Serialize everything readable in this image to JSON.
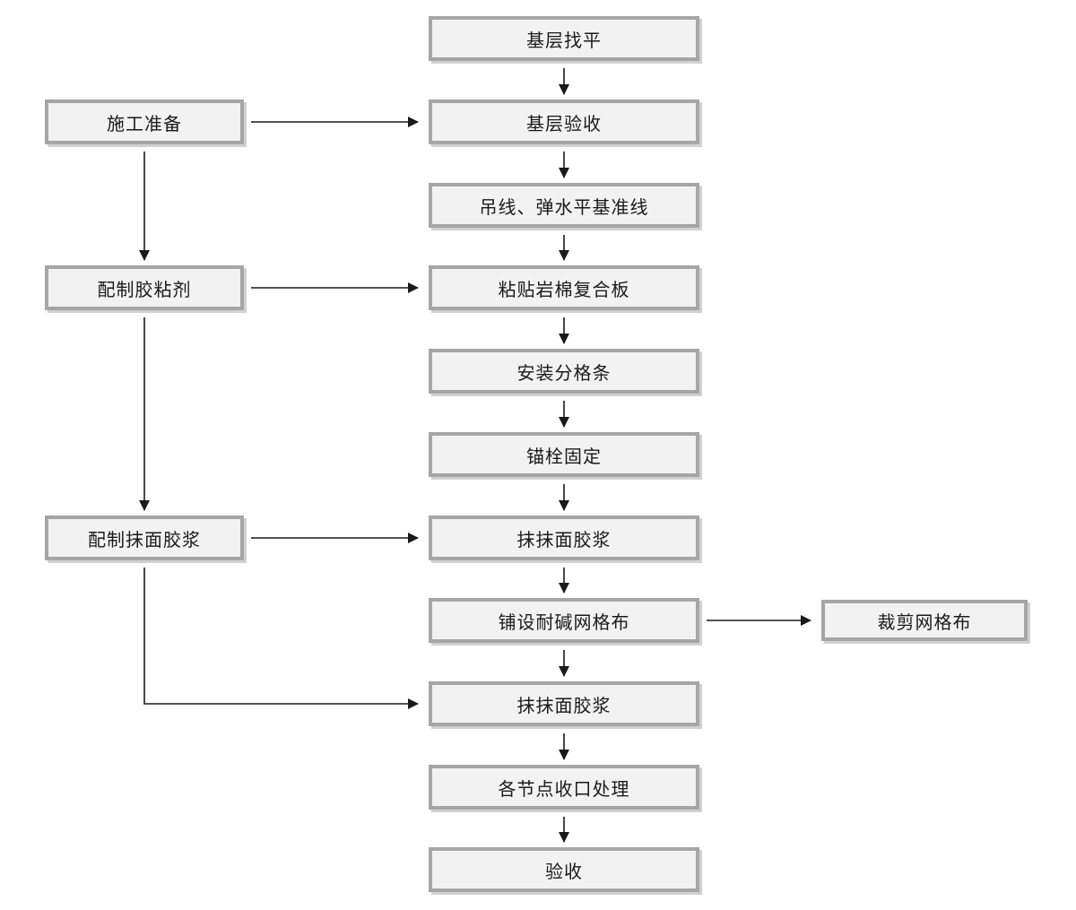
{
  "nodes": {
    "main": [
      {
        "id": "m1",
        "label": "基层找平"
      },
      {
        "id": "m2",
        "label": "基层验收"
      },
      {
        "id": "m3",
        "label": "吊线、弹水平基准线"
      },
      {
        "id": "m4",
        "label": "粘贴岩棉复合板"
      },
      {
        "id": "m5",
        "label": "安装分格条"
      },
      {
        "id": "m6",
        "label": "锚栓固定"
      },
      {
        "id": "m7",
        "label": "抹抹面胶浆"
      },
      {
        "id": "m8",
        "label": "铺设耐碱网格布"
      },
      {
        "id": "m9",
        "label": "抹抹面胶浆"
      },
      {
        "id": "m10",
        "label": "各节点收口处理"
      },
      {
        "id": "m11",
        "label": "验收"
      }
    ],
    "left": [
      {
        "id": "l1",
        "label": "施工准备"
      },
      {
        "id": "l2",
        "label": "配制胶粘剂"
      },
      {
        "id": "l3",
        "label": "配制抹面胶浆"
      }
    ],
    "right": [
      {
        "id": "r1",
        "label": "裁剪网格布"
      }
    ]
  },
  "edges": [
    {
      "from": "m1",
      "to": "m2"
    },
    {
      "from": "m2",
      "to": "m3"
    },
    {
      "from": "m3",
      "to": "m4"
    },
    {
      "from": "m4",
      "to": "m5"
    },
    {
      "from": "m5",
      "to": "m6"
    },
    {
      "from": "m6",
      "to": "m7"
    },
    {
      "from": "m7",
      "to": "m8"
    },
    {
      "from": "m8",
      "to": "m9"
    },
    {
      "from": "m9",
      "to": "m10"
    },
    {
      "from": "m10",
      "to": "m11"
    },
    {
      "from": "l1",
      "to": "m2"
    },
    {
      "from": "l2",
      "to": "m4"
    },
    {
      "from": "l3",
      "to": "m7"
    },
    {
      "from": "m8",
      "to": "r1"
    },
    {
      "from": "l1",
      "to": "l2"
    },
    {
      "from": "l2",
      "to": "l3"
    },
    {
      "from": "l3",
      "to": "m9"
    }
  ],
  "colors": {
    "box_fill": "#f2f2f2",
    "box_border": "#a6a6a6",
    "line": "#1a1a1a",
    "text": "#1a1a1a"
  }
}
